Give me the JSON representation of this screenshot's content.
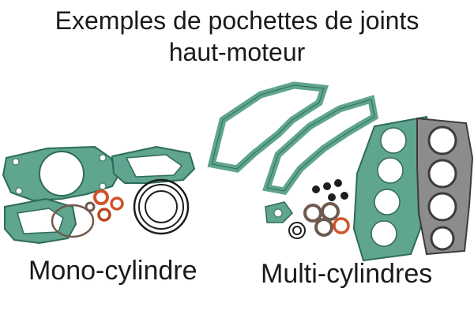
{
  "heading": {
    "line1": "Exemples de pochettes de joints",
    "line2": "haut-moteur"
  },
  "labels": {
    "mono": "Mono-cylindre",
    "multi": "Multi-cylindres"
  },
  "colors": {
    "gasket_green": "#5fa58f",
    "gasket_edge": "#2f6b5a",
    "seal_black": "#1d1d1d",
    "seal_orange": "#d0542a",
    "seal_brown": "#6e5a4e",
    "head_gasket_grey": "#8c8c8c"
  }
}
